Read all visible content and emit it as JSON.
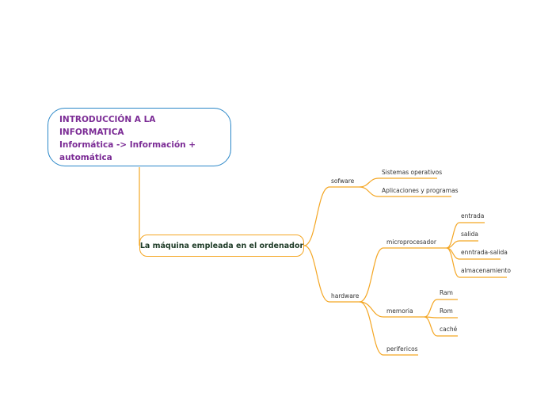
{
  "root": {
    "line1": "INTRODUCCIÓN A LA",
    "line2": "INFORMATICA",
    "line3": "Informática -> Información +",
    "line4": "automática"
  },
  "central": {
    "label": "La máquina empleada en el ordenador"
  },
  "branches": {
    "sofware": {
      "label": "sofware",
      "children": [
        "Sistemas operativos",
        "Aplicaciones y programas"
      ]
    },
    "hardware": {
      "label": "hardware",
      "microprocesador": {
        "label": "microprocesador",
        "children": [
          "entrada",
          "salida",
          "enntrada-salida",
          "almacenamiento"
        ]
      },
      "memoria": {
        "label": "memoria",
        "children": [
          "Ram",
          "Rom",
          "caché"
        ]
      },
      "perifericos": {
        "label": "perifericos"
      }
    }
  },
  "colors": {
    "root_border": "#2a87c8",
    "branch": "#f4a623",
    "root_text": "#7b2b95",
    "central_text": "#1d3a26"
  }
}
